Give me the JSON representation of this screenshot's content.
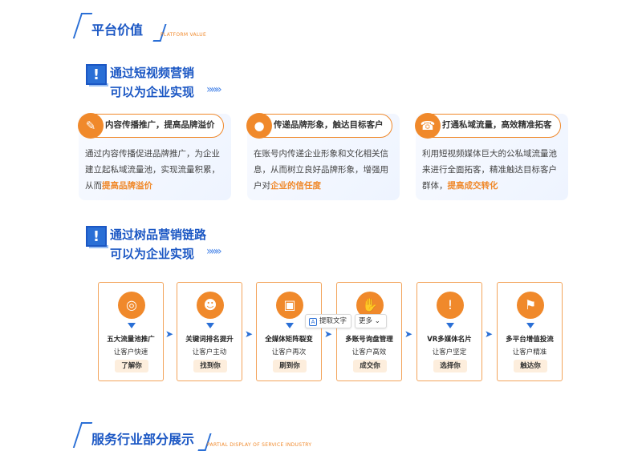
{
  "section_platform": {
    "title": "平台价值",
    "subtitle_en": "PLATFORM VALUE"
  },
  "heading_short_video": {
    "line1": "通过短视频营销",
    "line2": "可以为企业实现",
    "arrows": "»»»"
  },
  "value_cards": [
    {
      "icon": "document-search-icon",
      "title": "内容传播推广，提高品牌溢价",
      "desc_before": "通过内容传播促进品牌推广，为企业建立起私域流量池，实现流量积累，从而",
      "desc_highlight": "提高品牌溢价",
      "desc_after": ""
    },
    {
      "icon": "person-target-icon",
      "title": "传递品牌形象，触达目标客户",
      "desc_before": "在账号内传递企业形象和文化相关信息，从而树立良好品牌形象，增强用户对",
      "desc_highlight": "企业的信任度",
      "desc_after": ""
    },
    {
      "icon": "headset-icon",
      "title": "打通私域流量，高效精准拓客",
      "desc_before": "利用短视频媒体巨大的公私域流量池来进行全面拓客，精准触达目标客户群体，",
      "desc_highlight": "提高成交转化",
      "desc_after": ""
    }
  ],
  "heading_tree": {
    "line1": "通过树品营销链路",
    "line2": "可以为企业实现",
    "arrows": "»»»"
  },
  "chain_steps": [
    {
      "icon": "traffic-pool-icon",
      "title": "五大流量池推广",
      "sub": "让客户快速",
      "tag": "了解你"
    },
    {
      "icon": "user-rank-icon",
      "title": "关键词排名提升",
      "sub": "让客户主动",
      "tag": "找到你"
    },
    {
      "icon": "media-matrix-icon",
      "title": "全媒体矩阵裂变",
      "sub": "让客户再次",
      "tag": "刷到你"
    },
    {
      "icon": "handshake-icon",
      "title": "多账号询盘管理",
      "sub": "让客户高效",
      "tag": "成交你"
    },
    {
      "icon": "alert-hand-icon",
      "title": "VR多媒体名片",
      "sub": "让客户坚定",
      "tag": "选择你"
    },
    {
      "icon": "org-chart-icon",
      "title": "多平台增值投流",
      "sub": "让客户精准",
      "tag": "触达你"
    }
  ],
  "toolbar": {
    "extract_text": "提取文字",
    "more": "更多"
  },
  "section_service": {
    "title": "服务行业部分展示",
    "subtitle_en": "PARTIAL DISPLAY OF SERVICE INDUSTRY"
  },
  "colors": {
    "brand_blue": "#1b57c4",
    "accent_orange": "#f0892b"
  }
}
